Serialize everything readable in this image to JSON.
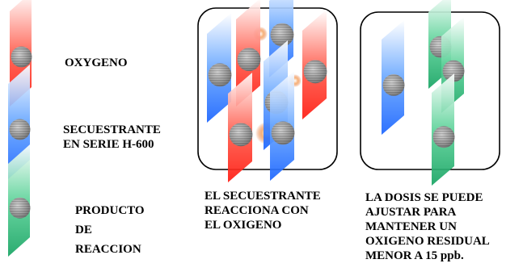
{
  "legend": {
    "oxygen": "OXYGENO",
    "scavenger_line1": "SECUESTRANTE",
    "scavenger_line2": "EN SERIE H-600",
    "product_line1": "PRODUCTO",
    "product_line2": "DE",
    "product_line3": "REACCION"
  },
  "captions": {
    "middle_line1": "EL SECUESTRANTE",
    "middle_line2": "REACCIONA CON",
    "middle_line3": "EL OXIGENO",
    "right_line1": "LA DOSIS SE PUEDE",
    "right_line2": "AJUSTAR PARA",
    "right_line3": "MANTENER UN",
    "right_line4": "OXIGENO RESIDUAL",
    "right_line5": "MENOR A 15 ppb."
  },
  "colors": {
    "oxygen": "#ff2020",
    "scavenger": "#1e6fff",
    "product": "#1fae6a",
    "reaction_burst": "#f08a4b",
    "box_border": "#000000"
  }
}
